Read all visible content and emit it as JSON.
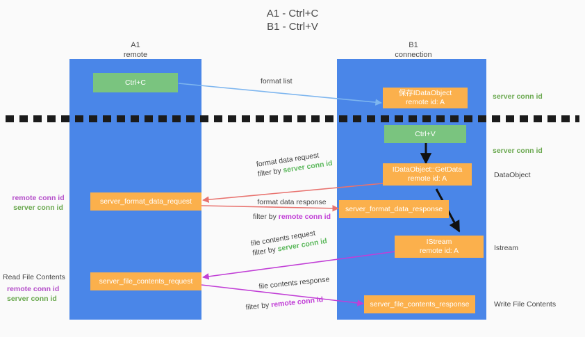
{
  "title": {
    "line1": "A1 - Ctrl+C",
    "line2": "B1 - Ctrl+V"
  },
  "lanes": [
    {
      "name": "A1",
      "role": "remote",
      "color": "#4a86e8"
    },
    {
      "name": "B1",
      "role": "connection",
      "color": "#4a86e8"
    }
  ],
  "nodes": {
    "ctrl_c": {
      "label": "Ctrl+C",
      "color": "#7ac47f"
    },
    "ctrl_v": {
      "label": "Ctrl+V",
      "color": "#7ac47f"
    },
    "save_idataobject": {
      "line1": "保存IDataObject",
      "line2": "remote id: A",
      "color": "#fbb04c"
    },
    "getdata": {
      "line1": "IDataObject::GetData",
      "line2": "remote id: A",
      "color": "#fbb04c"
    },
    "istream": {
      "line1": "IStream",
      "line2": "remote id: A",
      "color": "#fbb04c"
    },
    "fmt_req": {
      "label": "server_format_data_request",
      "color": "#fbb04c"
    },
    "fmt_resp": {
      "label": "server_format_data_response",
      "color": "#fbb04c"
    },
    "file_req": {
      "label": "server_file_contents_request",
      "color": "#fbb04c"
    },
    "file_resp": {
      "label": "server_file_contents_response",
      "color": "#fbb04c"
    }
  },
  "edges": {
    "format_list": {
      "label": "format list",
      "color": "#7eb6ef"
    },
    "format_data_request": {
      "line1": "format data request",
      "filter_prefix": "filter by ",
      "filter_value": "server conn id",
      "color": "#e8726e"
    },
    "format_data_response": {
      "line1": "format data response",
      "filter_prefix": "filter by ",
      "filter_value": "remote conn id",
      "color": "#e8726e"
    },
    "file_contents_request": {
      "line1": "file contents request",
      "filter_prefix": "filter by ",
      "filter_value": "server conn id",
      "color": "#c13fd6"
    },
    "file_contents_response": {
      "line1": "file contents response",
      "filter_prefix": "filter by ",
      "filter_value": "remote conn id",
      "color": "#c13fd6"
    }
  },
  "left_labels": {
    "pair1_remote": "remote conn id",
    "pair1_server": "server conn id",
    "read_file_contents": "Read File Contents",
    "pair2_remote": "remote conn id",
    "pair2_server": "server conn id"
  },
  "right_labels": {
    "server_conn_id_top": "server conn id",
    "server_conn_id_mid": "server conn id",
    "dataobject": "DataObject",
    "istream": "Istream",
    "write_file_contents": "Write File Contents"
  },
  "divider": {
    "name": "dashed-divider",
    "color": "#1b1b1b"
  },
  "colors": {
    "lane": "#4a86e8",
    "green": "#7ac47f",
    "orange": "#fbb04c",
    "background": "#fafafa",
    "text": "#434343",
    "server": "#6aa84f",
    "remote": "#b44ec9",
    "red_arrow": "#e8726e",
    "magenta_arrow": "#c13fd6",
    "blue_arrow": "#7eb6ef",
    "black_arrow": "#1b1b1b"
  }
}
